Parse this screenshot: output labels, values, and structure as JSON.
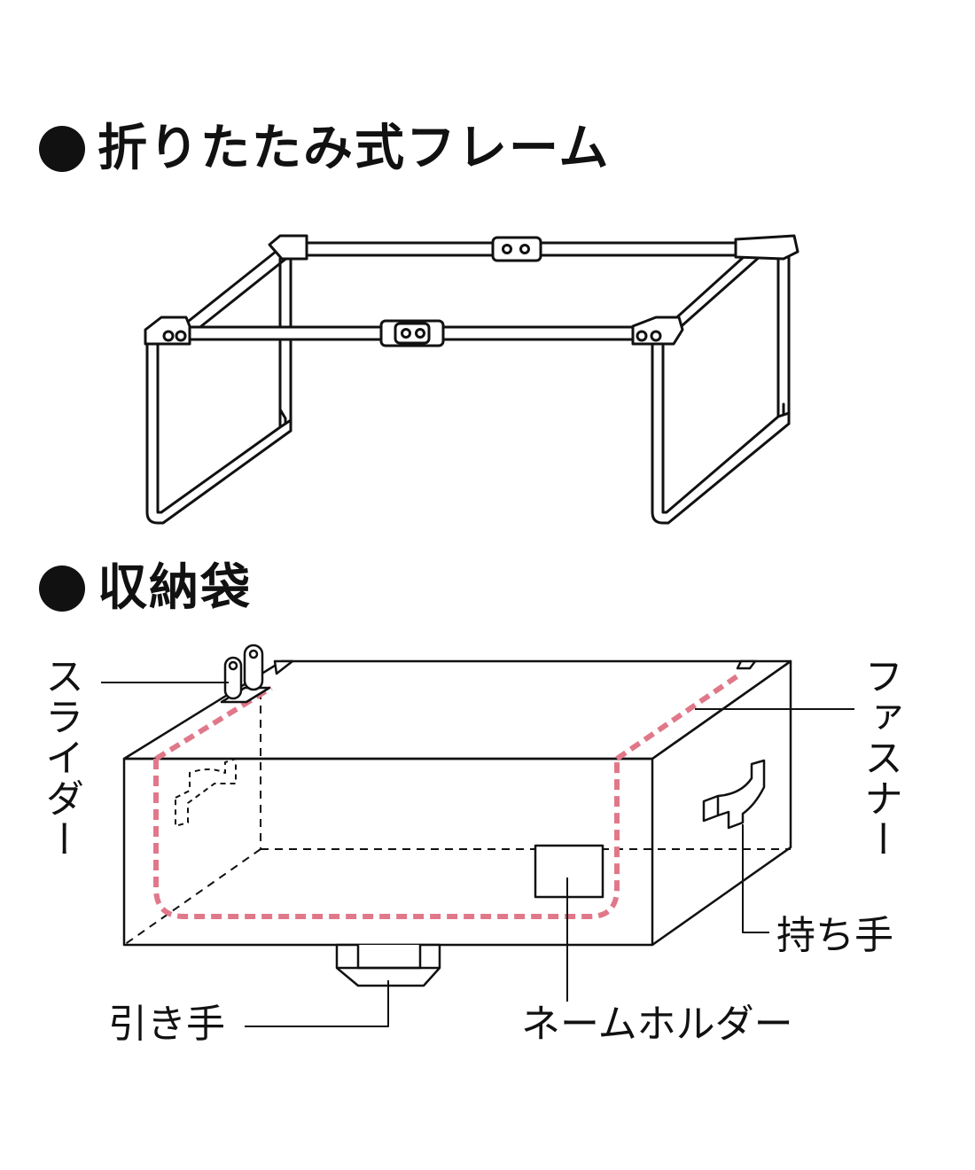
{
  "sections": {
    "frame_title": "折りたたみ式フレーム",
    "bag_title": "収納袋"
  },
  "labels": {
    "slider": "スライダー",
    "fastener": "ファスナー",
    "handle": "持ち手",
    "pull_handle": "引き手",
    "name_holder": "ネームホルダー"
  },
  "colors": {
    "line": "#111111",
    "zipper": "#e0788a",
    "background": "#ffffff"
  }
}
